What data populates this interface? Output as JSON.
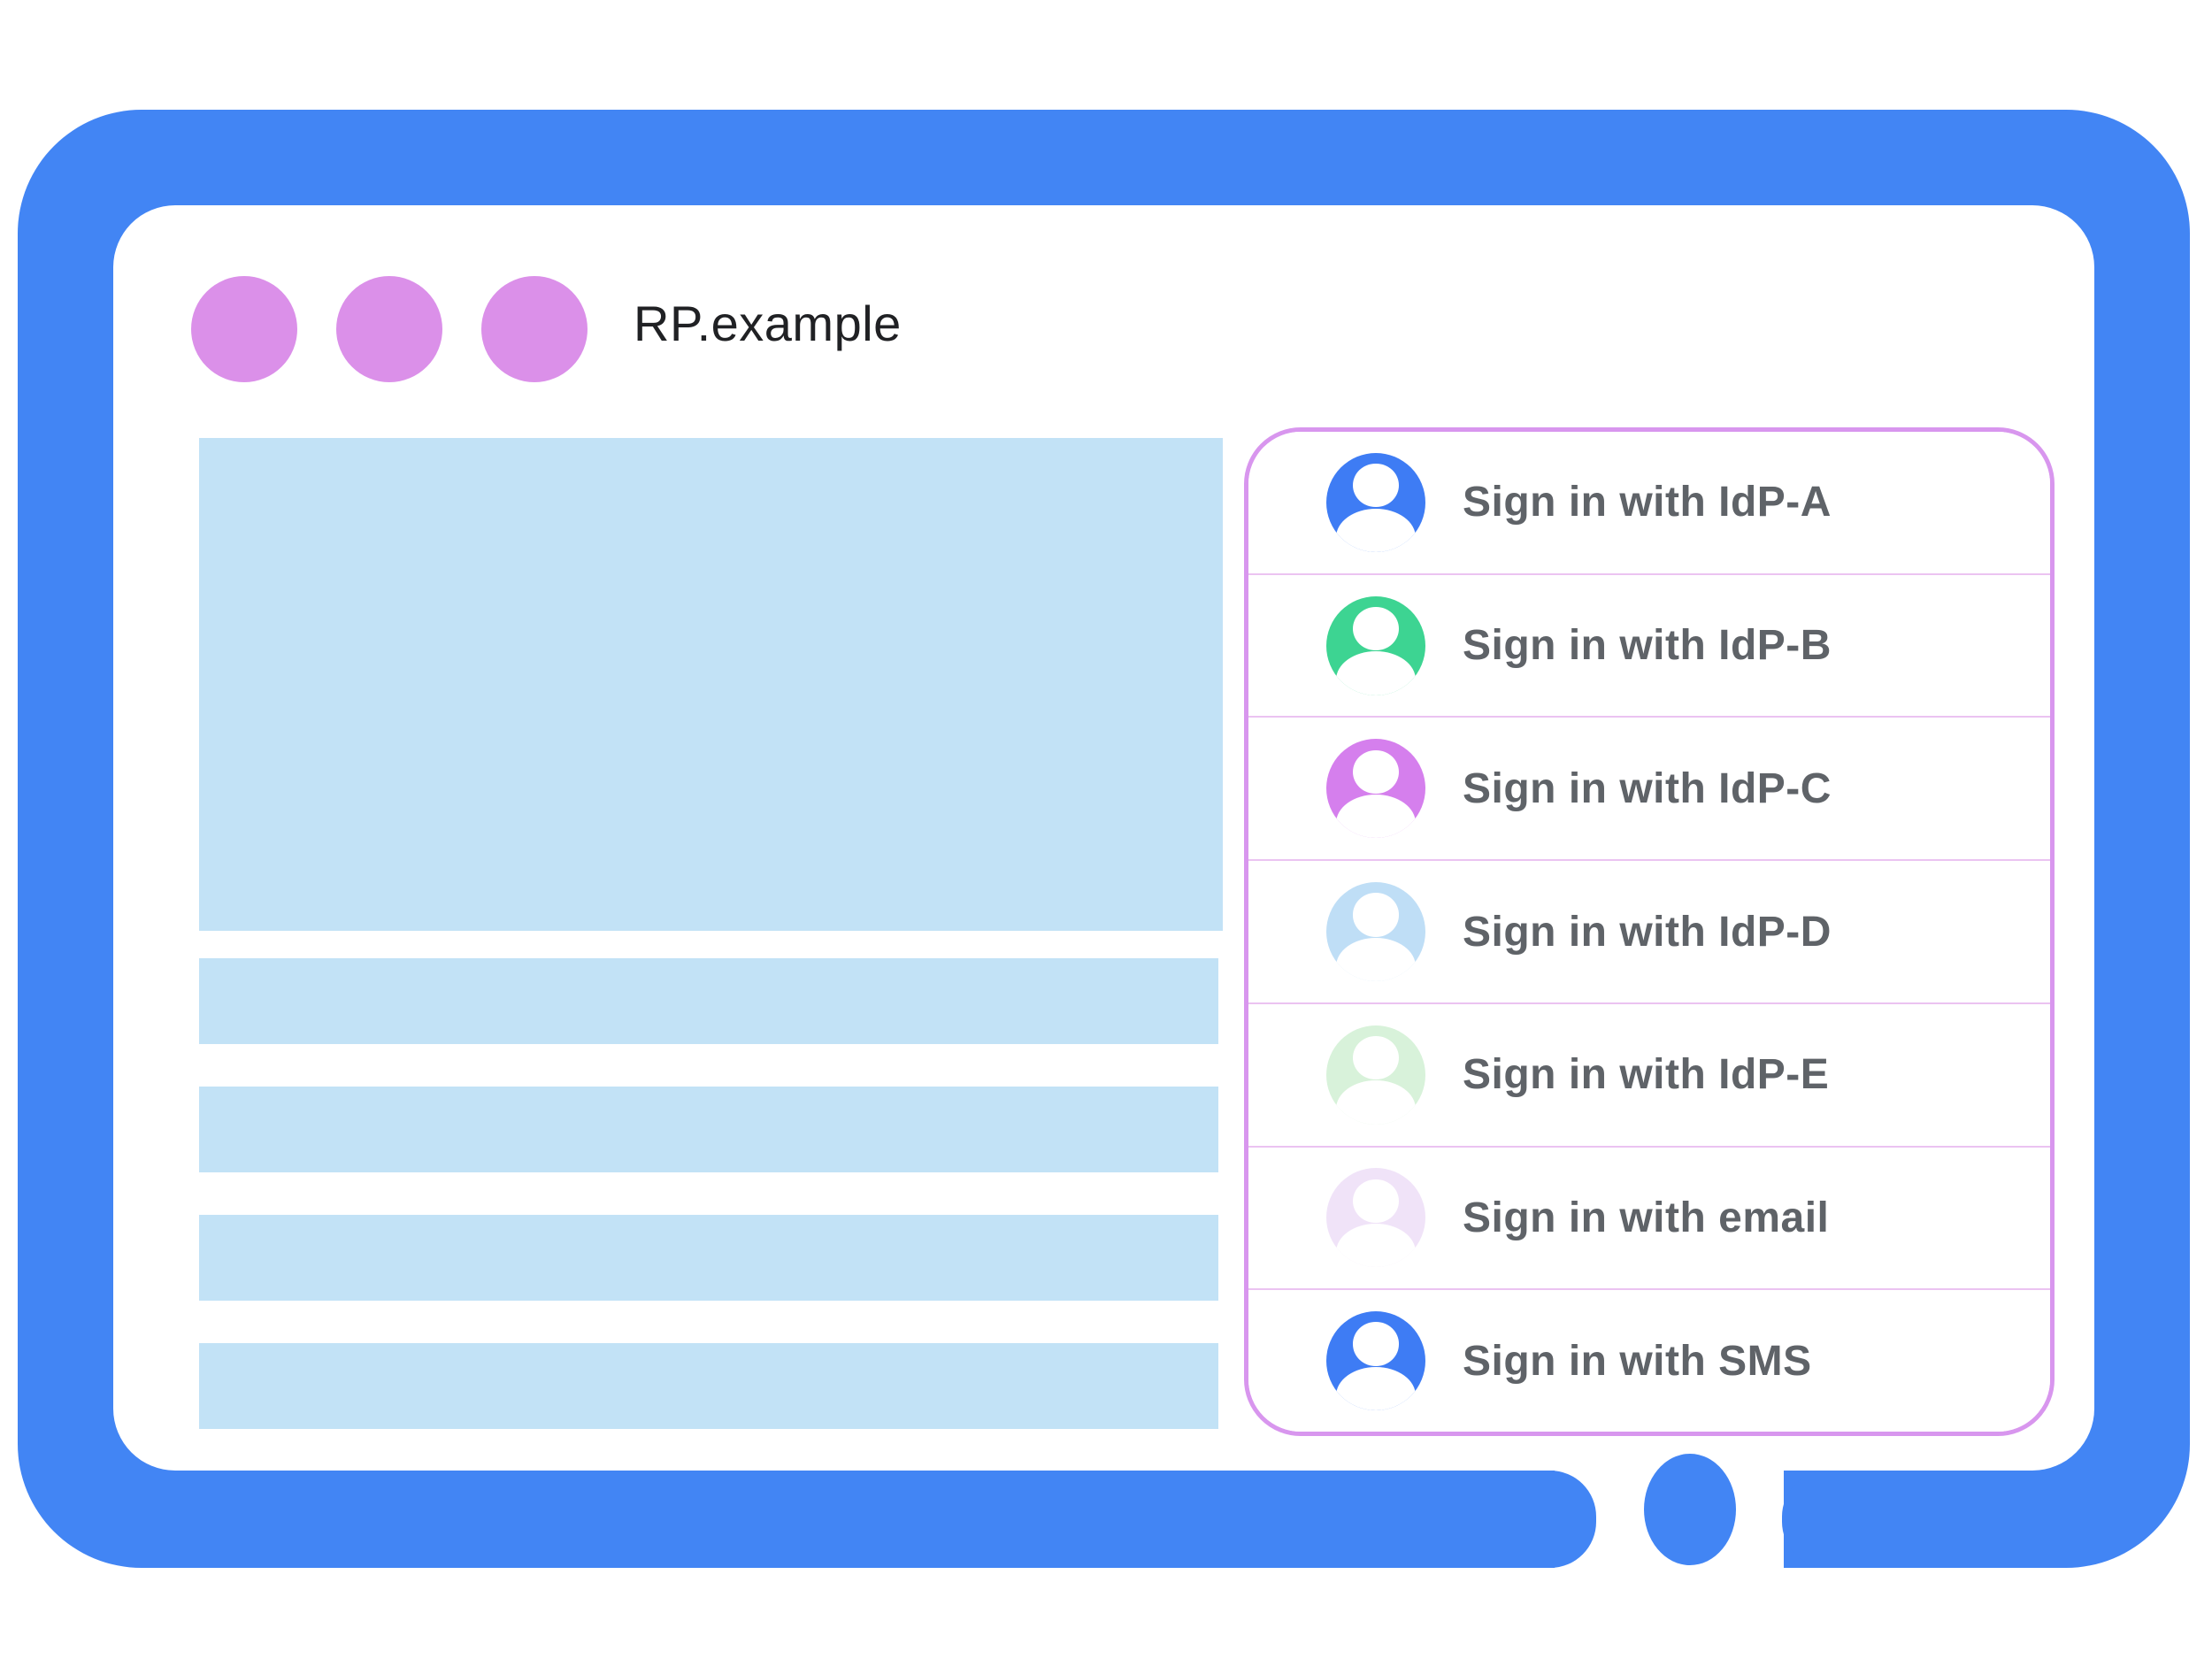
{
  "frame": {
    "color": "#4285F4"
  },
  "window": {
    "title": "RP.example",
    "window_controls": {
      "count": 3,
      "color": "#DB90E9"
    }
  },
  "content_placeholders": {
    "block_color": "#C2E2F6",
    "hero_block": 1,
    "stripe_count": 4
  },
  "sign_in_panel": {
    "border_color": "#D896EE",
    "divider_color": "#EBC3F1",
    "label_color": "#5F6368",
    "items": [
      {
        "id": "idp-a",
        "label": "Sign in with IdP-A",
        "avatar_color": "#3E7CF4"
      },
      {
        "id": "idp-b",
        "label": "Sign in with IdP-B",
        "avatar_color": "#3DD492"
      },
      {
        "id": "idp-c",
        "label": "Sign in with IdP-C",
        "avatar_color": "#D57FED"
      },
      {
        "id": "idp-d",
        "label": "Sign in with IdP-D",
        "avatar_color": "#BFDEF6"
      },
      {
        "id": "idp-e",
        "label": "Sign in with IdP-E",
        "avatar_color": "#D8F2DA"
      },
      {
        "id": "email",
        "label": "Sign in with email",
        "avatar_color": "#F0E3F8"
      },
      {
        "id": "sms",
        "label": "Sign in with SMS",
        "avatar_color": "#3E7CF4"
      }
    ]
  }
}
